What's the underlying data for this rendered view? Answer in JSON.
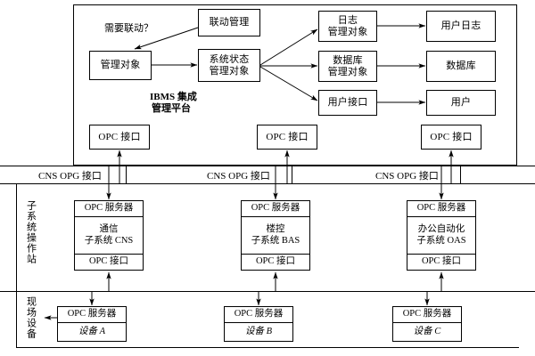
{
  "diagram": {
    "title_block": {
      "line1": "IBMS 集成",
      "line2": "管理平台"
    },
    "annotation": "需要联动？",
    "platform_boxes": {
      "linkage_management": "联动管理",
      "management_object": "管理对象",
      "system_status_object_l1": "系统状态",
      "system_status_object_l2": "管理对象",
      "log_object_l1": "日志",
      "log_object_l2": "管理对象",
      "db_object_l1": "数据库",
      "db_object_l2": "管理对象",
      "user_interface": "用户接口",
      "user_log": "用户日志",
      "database": "数据库",
      "user": "用户"
    },
    "opc_interface_label": "OPC 接口",
    "opc_server_label": "OPC 服务器",
    "bus_labels": [
      "CNS OPG 接口",
      "CNS OPG 接口",
      "CNS OPG 接口"
    ],
    "side_labels": {
      "subsystem_station": "子系统操作站",
      "field_devices": "现场设备"
    },
    "subsystems": [
      {
        "server": "OPC 服务器",
        "name_line1": "通信",
        "name_line2": "子系统 CNS",
        "interface": "OPC 接口"
      },
      {
        "server": "OPC 服务器",
        "name_line1": "楼控",
        "name_line2": "子系统 BAS",
        "interface": "OPC 接口"
      },
      {
        "server": "OPC 服务器",
        "name_line1": "办公自动化",
        "name_line2": "子系统 OAS",
        "interface": "OPC 接口"
      }
    ],
    "devices": [
      {
        "server": "OPC 服务器",
        "name": "设备 A"
      },
      {
        "server": "OPC 服务器",
        "name": "设备 B"
      },
      {
        "server": "OPC 服务器",
        "name": "设备 C"
      }
    ],
    "colors": {
      "stroke": "#000000",
      "background": "#ffffff"
    }
  }
}
